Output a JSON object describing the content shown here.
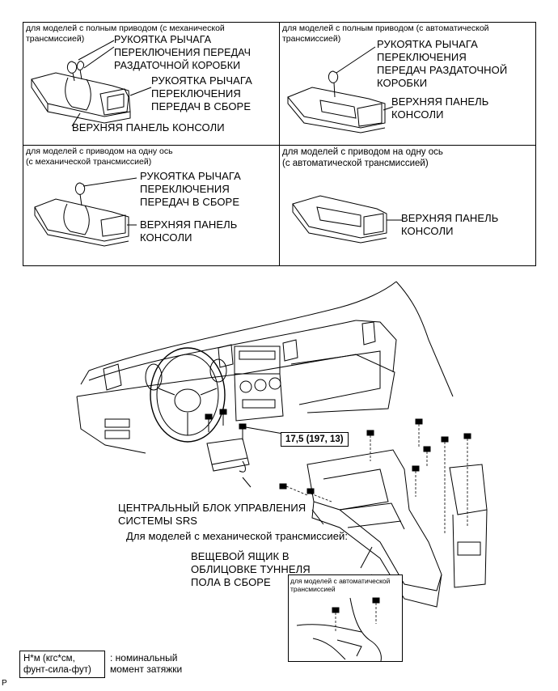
{
  "panels": [
    {
      "header": "для моделей с полным приводом (с механической\nтрансмиссией)",
      "labels": [
        "РУКОЯТКА РЫЧАГА\nПЕРЕКЛЮЧЕНИЯ ПЕРЕДАЧ\nРАЗДАТОЧНОЙ КОРОБКИ",
        "РУКОЯТКА РЫЧАГА\nПЕРЕКЛЮЧЕНИЯ\nПЕРЕДАЧ В СБОРЕ",
        "ВЕРХНЯЯ ПАНЕЛЬ КОНСОЛИ"
      ]
    },
    {
      "header": "для моделей с полным приводом (с автоматической\nтрансмиссией)",
      "labels": [
        "РУКОЯТКА РЫЧАГА\nПЕРЕКЛЮЧЕНИЯ\nПЕРЕДАЧ РАЗДАТОЧНОЙ\nКОРОБКИ",
        "ВЕРХНЯЯ ПАНЕЛЬ\nКОНСОЛИ"
      ]
    },
    {
      "header": "для моделей с приводом на одну ось\n(с механической трансмиссией)",
      "labels": [
        "РУКОЯТКА РЫЧАГА\nПЕРЕКЛЮЧЕНИЯ\nПЕРЕДАЧ В СБОРЕ",
        "ВЕРХНЯЯ ПАНЕЛЬ\nКОНСОЛИ"
      ]
    },
    {
      "header": "для моделей с приводом на одну ось\n(с автоматической трансмиссией)",
      "labels": [
        "ВЕРХНЯЯ ПАНЕЛЬ\nКОНСОЛИ"
      ]
    }
  ],
  "main": {
    "torque": "17,5 (197, 13)",
    "srs_label": "ЦЕНТРАЛЬНЫЙ БЛОК УПРАВЛЕНИЯ\nСИСТЕМЫ SRS",
    "manual_note": "Для моделей с механической трансмиссией:",
    "glovebox_label": "ВЕЩЕВОЙ ЯЩИК В\nОБЛИЦОВКЕ ТУННЕЛЯ\nПОЛА В СБОРЕ",
    "inset_header": "для моделей с автоматической\nтрансмиссией"
  },
  "legend": {
    "box": "Н*м (кгс*см,\nфунт-сила-фут)",
    "text": ": номинальный\nмомент затяжки"
  },
  "corner_mark": "P"
}
